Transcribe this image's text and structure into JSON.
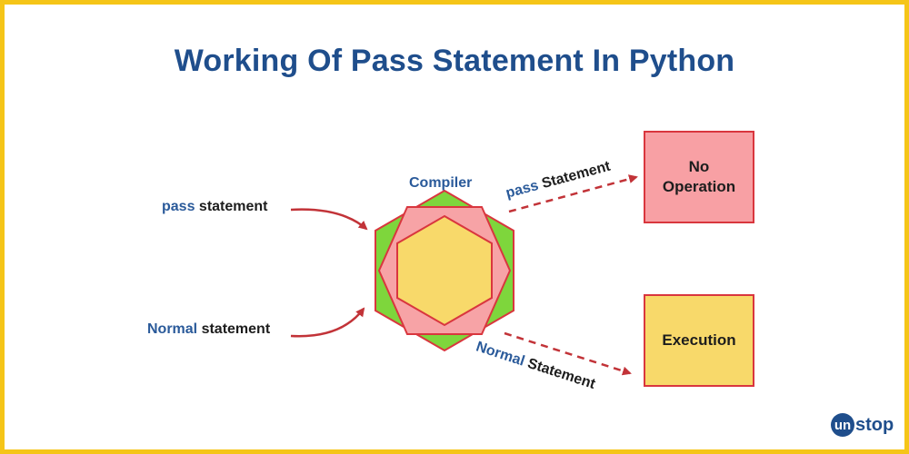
{
  "title": "Working Of Pass Statement In Python",
  "compiler_label": "Compiler",
  "inputs": {
    "pass": {
      "keyword": "pass",
      "rest": "statement"
    },
    "normal": {
      "keyword": "Normal",
      "rest": "statement"
    }
  },
  "outputs": {
    "pass": {
      "keyword": "pass",
      "rest": "Statement"
    },
    "normal": {
      "keyword": "Normal",
      "rest": "Statement"
    }
  },
  "boxes": {
    "no_operation": {
      "line1": "No",
      "line2": "Operation"
    },
    "execution": {
      "label": "Execution"
    }
  },
  "logo": {
    "badge": "un",
    "text": "stop"
  },
  "colors": {
    "border": "#f5c518",
    "title": "#1f4e8c",
    "arrow": "#c23338",
    "hex_outer": "#7ed63c",
    "hex_middle": "#f7a3a6",
    "hex_inner": "#f8d96a",
    "box_no_operation": "#f8a0a4",
    "box_execution": "#f8d96a"
  }
}
